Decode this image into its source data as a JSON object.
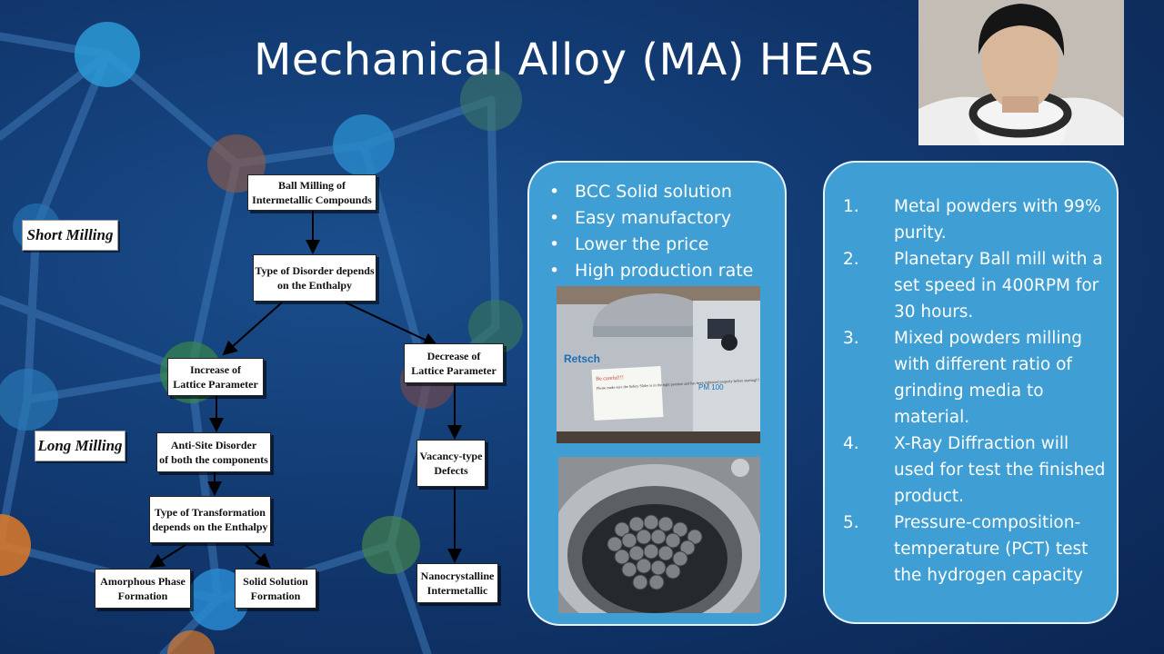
{
  "slide": {
    "title": "Mechanical Alloy (MA) HEAs",
    "colors": {
      "panel": "#3f9fd4",
      "background": "#123a72",
      "text": "#ffffff"
    }
  },
  "flowchart": {
    "tags": {
      "short": "Short Milling",
      "long": "Long Milling"
    },
    "nodes": {
      "root": "Ball Milling of\nIntermetallic Compounds",
      "disorder": "Type of Disorder depends\non the Enthalpy",
      "increase": "Increase of\nLattice Parameter",
      "decrease": "Decrease of\nLattice Parameter",
      "antisite": "Anti-Site Disorder\nof both the components",
      "vacancy": "Vacancy-type\nDefects",
      "transformation": "Type of Transformation\ndepends on the Enthalpy",
      "amorphous": "Amorphous Phase\nFormation",
      "solid": "Solid Solution\nFormation",
      "nano": "Nanocrystalline\nIntermetallic"
    }
  },
  "features_panel": {
    "bullets": [
      "BCC Solid solution",
      "Easy manufactory",
      "Lower the price",
      "High production rate"
    ],
    "machine": {
      "brand": "Retsch",
      "model": "PM 100",
      "note_title": "Be careful!!!",
      "note_text": "Please make sure the Safety Slider\nis in the right position and has been\ntightened properly before starting!!!"
    }
  },
  "procedure_panel": {
    "steps": [
      {
        "num": "1.",
        "text": "Metal powders with 99% purity."
      },
      {
        "num": "2.",
        "text": "Planetary Ball mill with a set speed in 400RPM for 30 hours."
      },
      {
        "num": "3.",
        "text": "Mixed powders milling with different ratio of grinding media to material."
      },
      {
        "num": "4.",
        "text": "X-Ray Diffraction will used for test the finished product."
      },
      {
        "num": "5.",
        "text": " Pressure-composition-temperature (PCT) test the hydrogen capacity"
      }
    ]
  }
}
